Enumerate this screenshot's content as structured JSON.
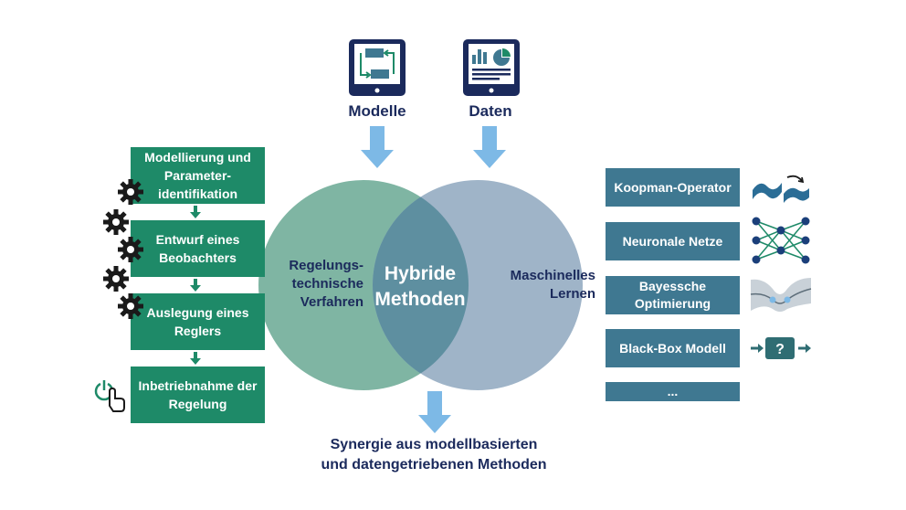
{
  "top": {
    "modelle_label": "Modelle",
    "daten_label": "Daten"
  },
  "venn": {
    "left_label": [
      "Regelungs-",
      "technische",
      "Verfahren"
    ],
    "right_label": [
      "Maschinelles",
      "Lernen"
    ],
    "center_label": [
      "Hybride",
      "Methoden"
    ],
    "left_color": "#7fb5a3",
    "right_color": "#9fb4c8",
    "overlap_color": "#5e8fa0"
  },
  "left_steps": [
    {
      "label": "Modellierung und Parameter-identifikation",
      "lines": [
        "Modellierung und",
        "Parameter-",
        "identifikation"
      ]
    },
    {
      "label": "Entwurf eines Beobachters",
      "lines": [
        "Entwurf eines",
        "Beobachters"
      ]
    },
    {
      "label": "Auslegung eines Reglers",
      "lines": [
        "Auslegung eines",
        "Reglers"
      ]
    },
    {
      "label": "Inbetriebnahme der Regelung",
      "lines": [
        "Inbetriebnahme der",
        "Regelung"
      ]
    }
  ],
  "right_methods": [
    {
      "label": "Koopman-Operator",
      "lines": [
        "Koopman-Operator"
      ],
      "icon": "wave-transform-icon"
    },
    {
      "label": "Neuronale Netze",
      "lines": [
        "Neuronale Netze"
      ],
      "icon": "neural-network-icon"
    },
    {
      "label": "Bayessche Optimierung",
      "lines": [
        "Bayessche",
        "Optimierung"
      ],
      "icon": "gaussian-process-icon"
    },
    {
      "label": "Black-Box Modell",
      "lines": [
        "Black-Box Modell"
      ],
      "icon": "black-box-icon"
    },
    {
      "label": "...",
      "lines": [
        "..."
      ],
      "icon": ""
    }
  ],
  "synergy": {
    "lines": [
      "Synergie aus modellbasierten",
      "und datengetriebenen Methoden"
    ]
  },
  "colors": {
    "navy": "#1b2a5c",
    "green_box": "#1e8a68",
    "blue_box": "#3f7891",
    "arrow_blue": "#7db9e6"
  }
}
